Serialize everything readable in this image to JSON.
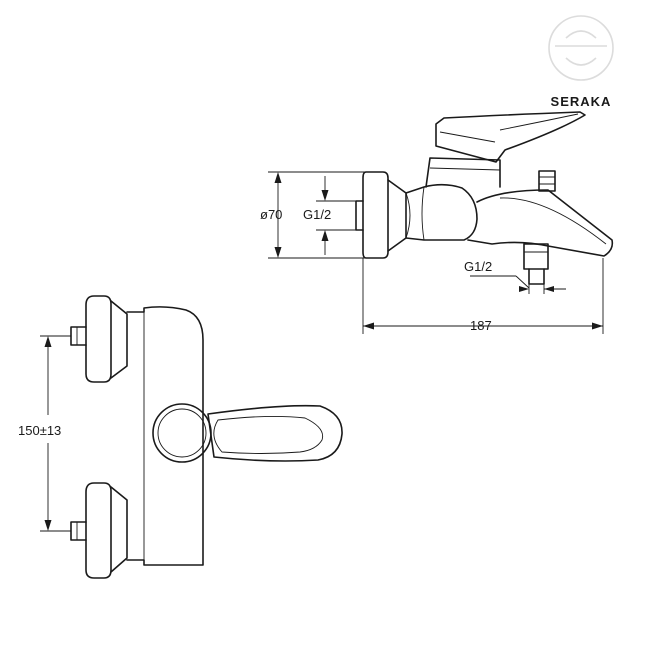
{
  "drawing": {
    "watermark": {
      "brand": "SERAKA"
    },
    "side_view": {
      "dim_diameter": "ø70",
      "dim_thread_inlet": "G1/2",
      "dim_thread_outlet": "G1/2",
      "dim_length": "187"
    },
    "front_view": {
      "dim_spacing": "150±13"
    },
    "colors": {
      "line": "#1a1a1a",
      "watermark": "#dcdcdc"
    }
  }
}
